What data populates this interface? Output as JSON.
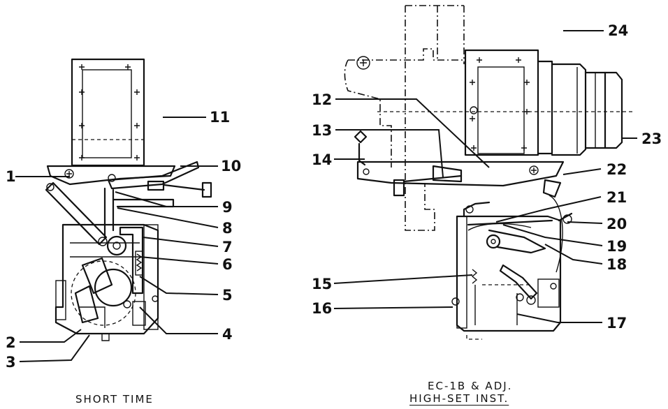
{
  "left_figure": {
    "caption": "SHORT TIME",
    "callouts": [
      "1",
      "2",
      "3",
      "4",
      "5",
      "6",
      "7",
      "8",
      "9",
      "10",
      "11"
    ]
  },
  "right_figure": {
    "caption_line1": "EC-1B & ADJ.",
    "caption_line2": "HIGH-SET INST.",
    "callouts": [
      "12",
      "13",
      "14",
      "15",
      "16",
      "17",
      "18",
      "19",
      "20",
      "21",
      "22",
      "23",
      "24"
    ]
  }
}
